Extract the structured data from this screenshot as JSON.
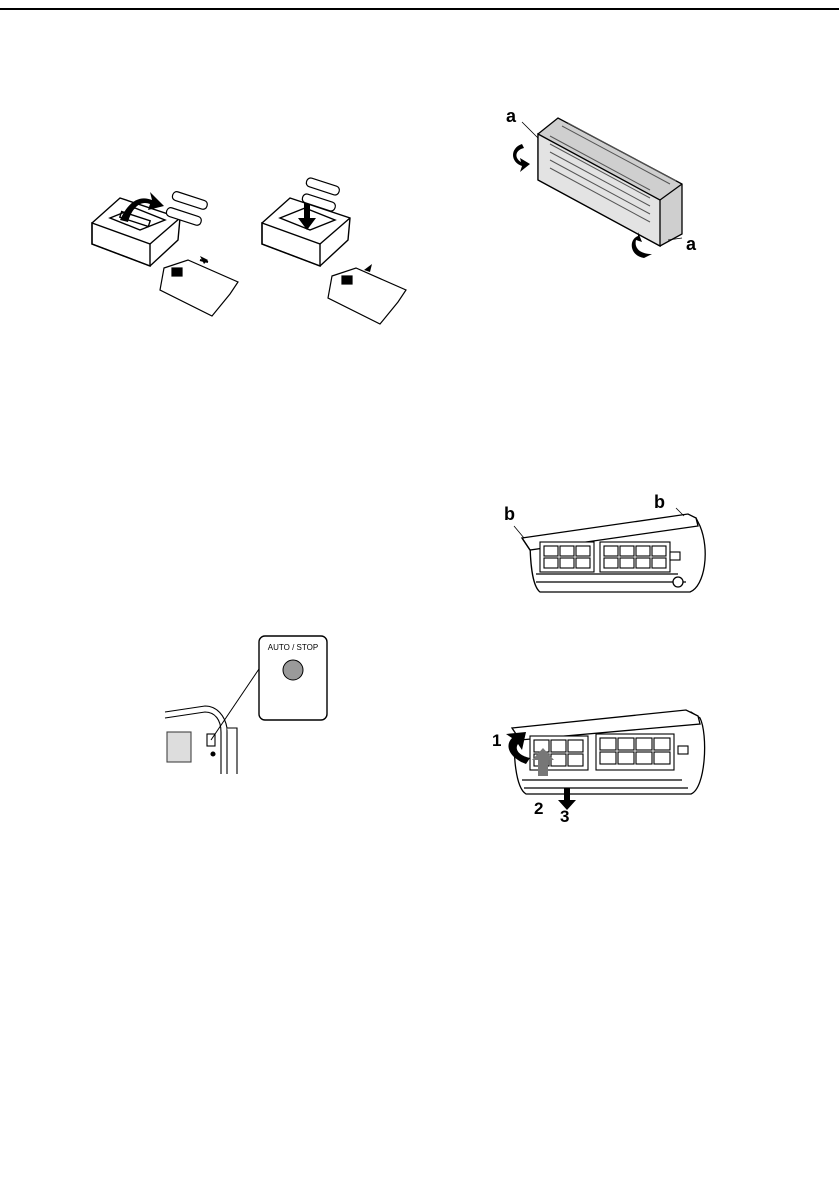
{
  "page": {
    "figures": {
      "battery": {},
      "unit_open": {
        "labels": {
          "a_top": "a",
          "a_bottom": "a"
        }
      },
      "front_panel": {
        "labels": {
          "b_left": "b",
          "b_right": "b"
        }
      },
      "auto_stop": {
        "button_label": "AUTO / STOP"
      },
      "filter_removal": {
        "steps": {
          "s1": "1",
          "s2": "2",
          "s3": "3"
        }
      }
    },
    "colors": {
      "line": "#000000",
      "button_fill": "#9a9a9a",
      "arrow_gray": "#777777",
      "unit_shade": "#cfcfcf"
    }
  }
}
